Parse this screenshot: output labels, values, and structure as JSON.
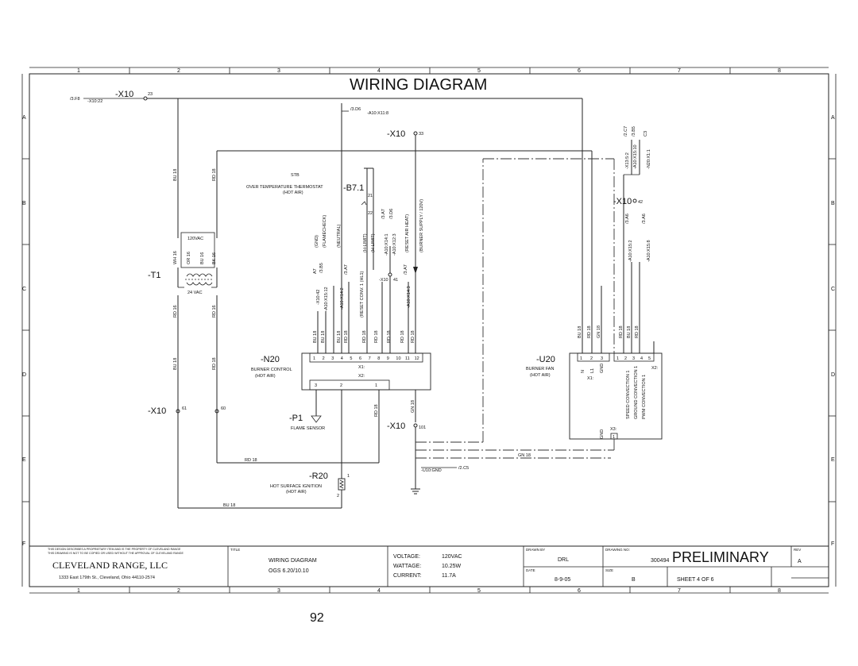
{
  "grid": {
    "columns": [
      "1",
      "2",
      "3",
      "4",
      "5",
      "6",
      "7",
      "8"
    ],
    "rows": [
      "A",
      "B",
      "C",
      "D",
      "E",
      "F"
    ]
  },
  "diagram": {
    "title": "WIRING DIAGRAM",
    "refs": {
      "x10_top": "-X10",
      "ref_3f8": "/3.F8",
      "ref_x10_22": "-X10:22",
      "term_23": "23",
      "ref_3d6": "/3.D6",
      "ref_a10_x11_8": "-A10:X11:8",
      "x10_mid": "-X10",
      "term_33": "33",
      "x10_right": "-X10",
      "term_42": "42",
      "x10_left": "-X10",
      "term_61": "61",
      "term_60": "60",
      "x10_bottom": "-X10",
      "term_101": "101",
      "x10_41": "-X10",
      "term_41": "41"
    },
    "wires": {
      "bu18": "BU 18",
      "rd18": "RD 18",
      "gn18": "GN 18",
      "bu16": "BU 16",
      "rd16": "RD 16",
      "or16": "OR 16",
      "bk16": "BK 16",
      "wh16": "WH 16"
    },
    "transformer": {
      "name": "-T1",
      "primary": "120VAC",
      "secondary": "24 VAC"
    },
    "stb": {
      "label1": "STB",
      "label2": "OVER TEMPERATURE THERMOSTAT",
      "label3": "(HOT AIR)",
      "name": "-B7.1",
      "pin21": "21",
      "pin22": "22"
    },
    "n20": {
      "name": "-N20",
      "desc1": "BURNER CONTROL",
      "desc2": "(HOT AIR)",
      "x1_label": "X1:",
      "x2_label": "X2:",
      "pins": [
        "1",
        "2",
        "3",
        "4",
        "5",
        "6",
        "7",
        "8",
        "9",
        "10",
        "11",
        "12"
      ],
      "x2_pins": [
        "3",
        "2",
        "1"
      ]
    },
    "n20_vertical": {
      "gnd": "(GND)",
      "flamecheck": "(FLAMECHECK)",
      "neutral": "(NEUTRAL)",
      "reset_conv": "(RESET CONV. 1 (HL1)",
      "h_limit1": "(H-LIMIT)",
      "h_limit2": "(H-LIMIT)",
      "reset_air": "(RESET AIR HEAT)",
      "burner_supply": "(BURNER SUPPLY / 120V)",
      "a7": "A7",
      "x1042": "-X10:42",
      "b5": "/3.B5",
      "a10x1512": "-A10:X15:12",
      "a7b": "/3.A7",
      "a10x142": "-A10:X14:2",
      "a7c": "/3.A7",
      "d6": "/3.D6",
      "a10x141": "-A10:X14:1",
      "a10x123": "-A10:X12:3",
      "a7d": "/3.A7",
      "a10x143": "-A10:X14:3"
    },
    "p1": {
      "name": "-P1",
      "desc": "FLAME SENSOR"
    },
    "r20": {
      "name": "-R20",
      "desc1": "HOT SURFACE IGNITION",
      "desc2": "(HOT AIR)",
      "pin1": "1",
      "pin2": "2"
    },
    "u20": {
      "name": "-U20",
      "desc1": "BURNER FAN",
      "desc2": "(HOT AIR)",
      "pins_left": [
        "1",
        "2",
        "3"
      ],
      "pins_right": [
        "1",
        "2",
        "3",
        "4",
        "5"
      ],
      "n": "N",
      "l1": "L1",
      "gnd": "GND",
      "x1": "X1:",
      "x2": "X2:",
      "x3": "X3:",
      "x3pin": "1",
      "speed": "SPEED CONVECTION 1",
      "ground": "GROUND CONVECTION 1",
      "pwm": "PWM CONVECTION 1",
      "gnd2": "GND"
    },
    "right_refs": {
      "c7": "/2.C7",
      "b5": "/3.B5",
      "c3": "C3",
      "x1352": "-X13:5:2",
      "a10x1510": "-A10:X15:10",
      "n20x11": "-N20:X1:1",
      "a6a": "/3.A6",
      "a6b": "/3.A6",
      "a10x152": "-A10:X15:2",
      "a10x158": "-A10:X15:8"
    },
    "ground_ref": {
      "u10": "-U10:GND",
      "c5": "/2.C5"
    }
  },
  "title_block": {
    "disclaimer1": "THIS DESIGN DESCRIBES A PROPRIETARY ITEM AND IS THE PROPERTY OF CLEVELAND RANGE",
    "disclaimer2": "THIS DRAWING IS NOT TO BE COPIED OR USED WITHOUT THE APPROVAL OF CLEVELAND RANGE",
    "company": "CLEVELAND RANGE, LLC",
    "address": "1333 East 179th St., Cleveland, Ohio 44110-2574",
    "title_label": "TITLE",
    "title1": "WIRING DIAGRAM",
    "title2": "OGS 6.20/10.10",
    "voltage_label": "VOLTAGE:",
    "voltage": "120VAC",
    "wattage_label": "WATTAGE:",
    "wattage": "10.25W",
    "current_label": "CURRENT:",
    "current": "11.7A",
    "drawn_by_label": "DRAWN BY",
    "drawn_by": "DRL",
    "date_label": "DATE",
    "date": "8-9-05",
    "drawing_no_label": "DRAWING NO:",
    "drawing_no": "300494",
    "status": "PRELIMINARY",
    "rev_label": "REV",
    "rev": "A",
    "size_label": "SIZE",
    "size": "B",
    "sheet": "SHEET  4   OF  6"
  },
  "page_number": "92"
}
